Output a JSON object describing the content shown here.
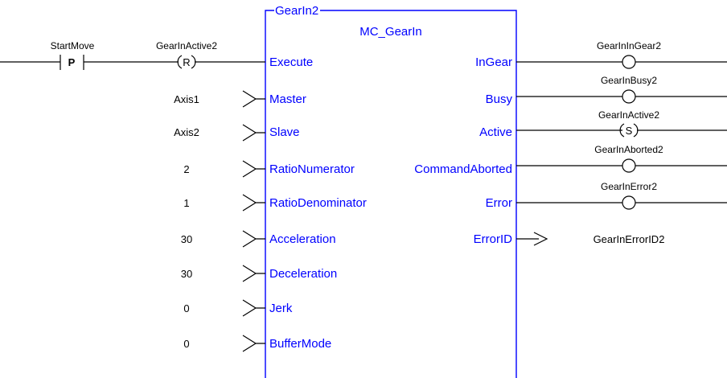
{
  "block": {
    "instance_name": "GearIn2",
    "type_name": "MC_GearIn"
  },
  "inputs": [
    {
      "pin": "Execute",
      "value": "GearInActive2",
      "contact_label": "StartMove",
      "contact_symbol": "P",
      "coil_symbol": "R"
    },
    {
      "pin": "Master",
      "value": "Axis1"
    },
    {
      "pin": "Slave",
      "value": "Axis2"
    },
    {
      "pin": "RatioNumerator",
      "value": "2"
    },
    {
      "pin": "RatioDenominator",
      "value": "1"
    },
    {
      "pin": "Acceleration",
      "value": "30"
    },
    {
      "pin": "Deceleration",
      "value": "30"
    },
    {
      "pin": "Jerk",
      "value": "0"
    },
    {
      "pin": "BufferMode",
      "value": "0"
    }
  ],
  "outputs": [
    {
      "pin": "InGear",
      "coil_label": "GearInInGear2",
      "coil_symbol": ""
    },
    {
      "pin": "Busy",
      "coil_label": "GearInBusy2",
      "coil_symbol": ""
    },
    {
      "pin": "Active",
      "coil_label": "GearInActive2",
      "coil_symbol": "S"
    },
    {
      "pin": "CommandAborted",
      "coil_label": "GearInAborted2",
      "coil_symbol": ""
    },
    {
      "pin": "Error",
      "coil_label": "GearInError2",
      "coil_symbol": ""
    },
    {
      "pin": "ErrorID",
      "value": "GearInErrorID2"
    }
  ],
  "colors": {
    "block": "#0000ff",
    "wire": "#000000",
    "background": "#ffffff"
  }
}
